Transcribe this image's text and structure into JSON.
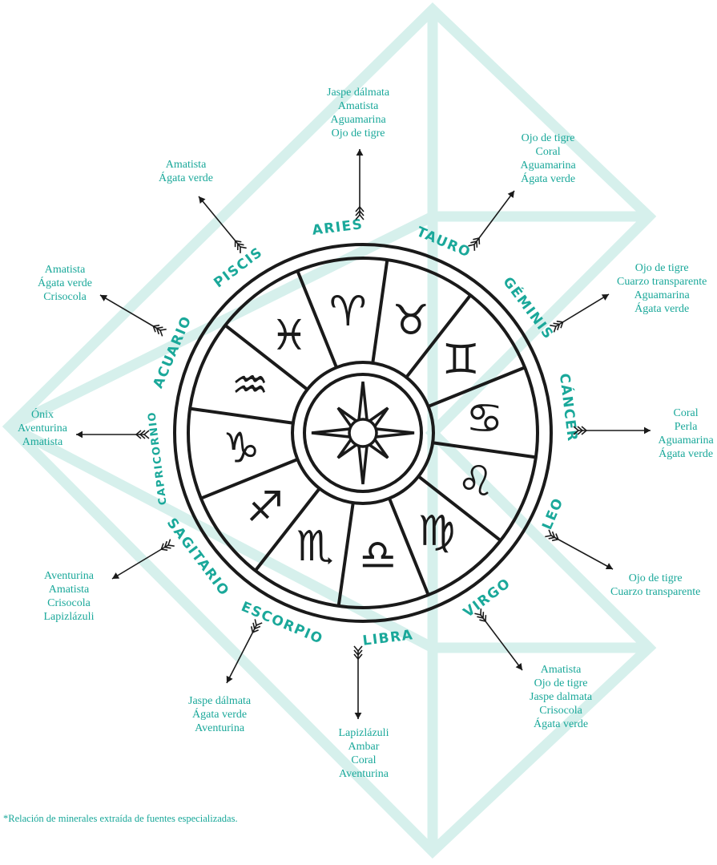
{
  "colors": {
    "accent": "#1aa89a",
    "background_shape": "#d6f0ec",
    "wheel": "#1a1a1a"
  },
  "signs": [
    {
      "key": "aries",
      "label": "ARIES",
      "glyph": "♈",
      "minerals": [
        "Jaspe dálmata",
        "Amatista",
        "Aguamarina",
        "Ojo de tigre"
      ]
    },
    {
      "key": "tauro",
      "label": "TAURO",
      "glyph": "♉",
      "minerals": [
        "Ojo de tigre",
        "Coral",
        "Aguamarina",
        "Ágata verde"
      ]
    },
    {
      "key": "geminis",
      "label": "GÉMINIS",
      "glyph": "♊",
      "minerals": [
        "Ojo de tigre",
        "Cuarzo transparente",
        "Aguamarina",
        "Ágata verde"
      ]
    },
    {
      "key": "cancer",
      "label": "CÁNCER",
      "glyph": "♋",
      "minerals": [
        "Coral",
        "Perla",
        "Aguamarina",
        "Ágata verde"
      ]
    },
    {
      "key": "leo",
      "label": "LEO",
      "glyph": "♌",
      "minerals": [
        "Ojo de tigre",
        "Cuarzo transparente"
      ]
    },
    {
      "key": "virgo",
      "label": "VIRGO",
      "glyph": "♍",
      "minerals": [
        "Amatista",
        "Ojo de tigre",
        "Jaspe dalmata",
        "Crisocola",
        "Ágata verde"
      ]
    },
    {
      "key": "libra",
      "label": "LIBRA",
      "glyph": "♎",
      "minerals": [
        "Lapizlázuli",
        "Ambar",
        "Coral",
        "Aventurina"
      ]
    },
    {
      "key": "escorpio",
      "label": "ESCORPIO",
      "glyph": "♏",
      "minerals": [
        "Jaspe dálmata",
        "Ágata verde",
        "Aventurina"
      ]
    },
    {
      "key": "sagitario",
      "label": "SAGITARIO",
      "glyph": "♐",
      "minerals": [
        "Aventurina",
        "Amatista",
        "Crisocola",
        "Lapizlázuli"
      ]
    },
    {
      "key": "capricornio",
      "label": "CAPRICORNIO",
      "glyph": "♑",
      "minerals": [
        "Ónix",
        "Aventurina",
        "Amatista"
      ]
    },
    {
      "key": "acuario",
      "label": "ACUARIO",
      "glyph": "♒",
      "minerals": [
        "Amatista",
        "Ágata verde",
        "Crisocola"
      ]
    },
    {
      "key": "piscis",
      "label": "PISCIS",
      "glyph": "♓",
      "minerals": [
        "Amatista",
        "Ágata verde"
      ]
    }
  ],
  "footnote": "*Relación de minerales extraída de fuentes especializadas."
}
